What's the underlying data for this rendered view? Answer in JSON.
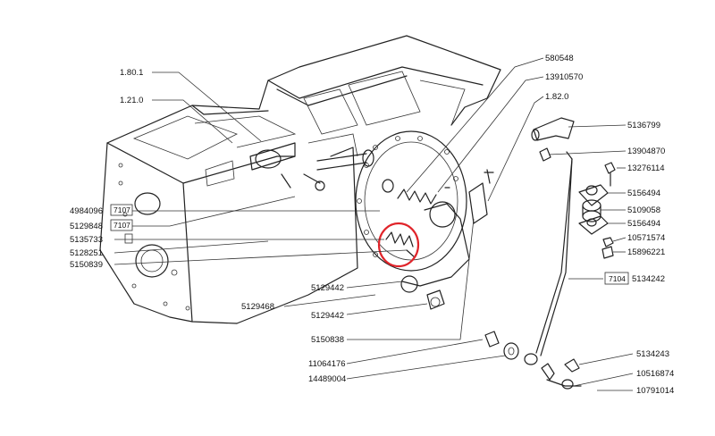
{
  "labels": [
    "1.80.1",
    "1.21.0",
    "4984096",
    "5129848",
    "5135733",
    "5128251",
    "5150839",
    "5129442",
    "5129468",
    "5129442",
    "5150838",
    "11064176",
    "14489004",
    "580548",
    "13910570",
    "1.82.0",
    "5136799",
    "13904870",
    "13276114",
    "5156494",
    "5109058",
    "5156494",
    "10571574",
    "15896221",
    "5134242",
    "5134243",
    "10516874",
    "10791014"
  ],
  "boxes": [
    {
      "text": "7107"
    },
    {
      "text": "7107"
    },
    {
      "text": "7104"
    }
  ],
  "colors": {
    "line": "#222222",
    "highlight": "#e0242a",
    "background": "#ffffff"
  }
}
